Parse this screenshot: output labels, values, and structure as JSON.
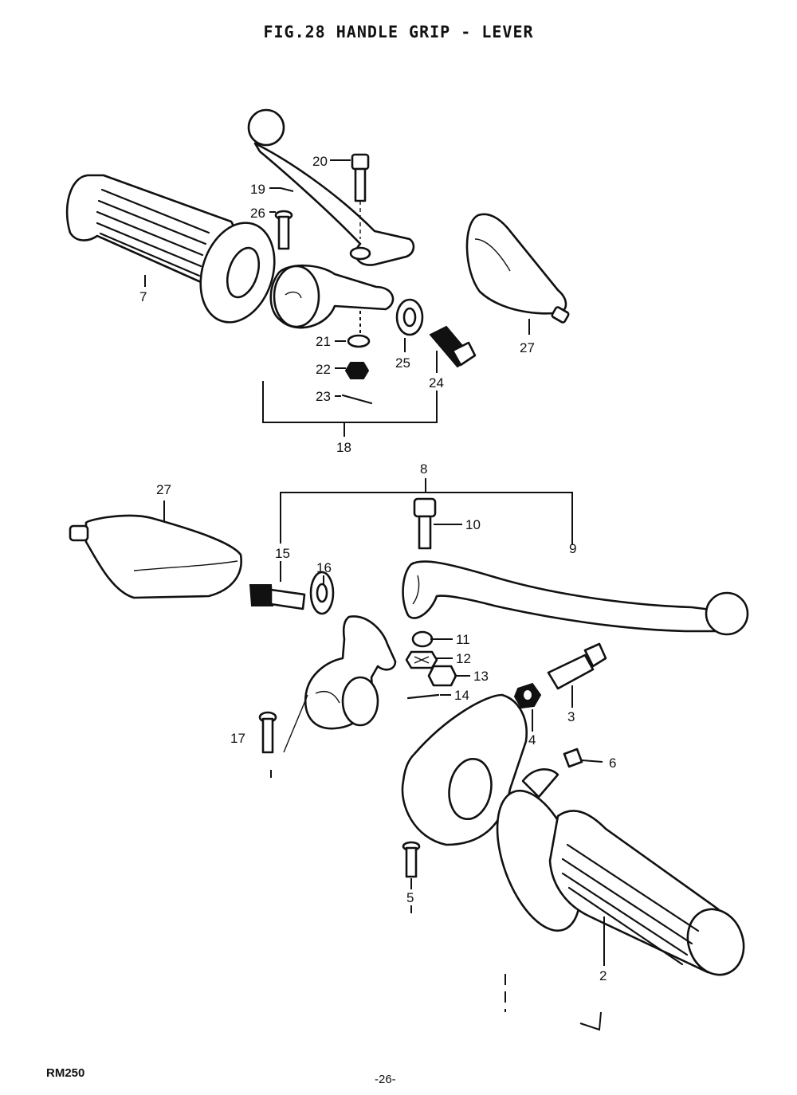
{
  "figure": {
    "title": "FIG.28  HANDLE GRIP - LEVER",
    "model": "RM250",
    "page_number": "-26-"
  },
  "callouts": [
    {
      "id": "c20",
      "label": "20"
    },
    {
      "id": "c19",
      "label": "19"
    },
    {
      "id": "c26",
      "label": "26"
    },
    {
      "id": "c7",
      "label": "7"
    },
    {
      "id": "c27a",
      "label": "27"
    },
    {
      "id": "c21",
      "label": "21"
    },
    {
      "id": "c22",
      "label": "22"
    },
    {
      "id": "c23",
      "label": "23"
    },
    {
      "id": "c25",
      "label": "25"
    },
    {
      "id": "c24",
      "label": "24"
    },
    {
      "id": "c18",
      "label": "18"
    },
    {
      "id": "c8",
      "label": "8"
    },
    {
      "id": "c27b",
      "label": "27"
    },
    {
      "id": "c10",
      "label": "10"
    },
    {
      "id": "c15",
      "label": "15"
    },
    {
      "id": "c16",
      "label": "16"
    },
    {
      "id": "c9",
      "label": "9"
    },
    {
      "id": "c11",
      "label": "11"
    },
    {
      "id": "c12",
      "label": "12"
    },
    {
      "id": "c13",
      "label": "13"
    },
    {
      "id": "c14",
      "label": "14"
    },
    {
      "id": "c3",
      "label": "3"
    },
    {
      "id": "c4",
      "label": "4"
    },
    {
      "id": "c17",
      "label": "17"
    },
    {
      "id": "c6",
      "label": "6"
    },
    {
      "id": "c5",
      "label": "5"
    },
    {
      "id": "c2",
      "label": "2"
    }
  ]
}
